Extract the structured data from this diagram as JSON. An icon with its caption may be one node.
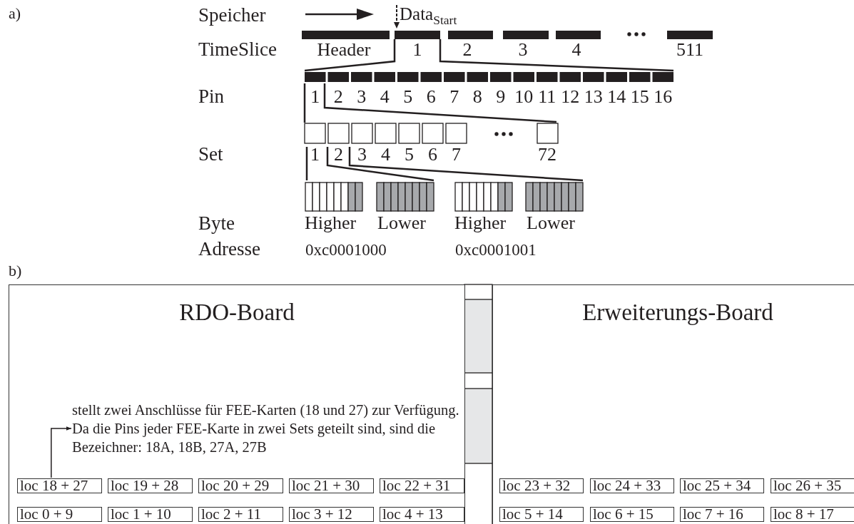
{
  "diagram": {
    "nodes": [
      {
        "text": [
          "RDO-Board"
        ]
      },
      {
        "text": [
          "stellt zwei Anschlüsse für FEE-Karten (18 und 27) zur Verfügung. Da die Pins jeder FEE-Karte in zwei Sets geteilt sind, sind die Bezeichner: 18A, 18B, 27A, 27B"
        ],
        "in": 0
      },
      {
        "text": [
          "loc 18 + 27"
        ],
        "in": 0
      },
      {
        "text": [
          "loc 19 + 28"
        ],
        "in": 0
      },
      {
        "text": [
          "loc 20 + 29"
        ],
        "in": 0
      },
      {
        "text": [
          "loc 21 + 30"
        ],
        "in": 0
      },
      {
        "text": [
          "loc 22 + 31"
        ],
        "in": 0
      },
      {
        "text": [
          "loc 0 + 9"
        ],
        "in": 0
      },
      {
        "text": [
          "loc 1 + 10"
        ],
        "in": 0
      },
      {
        "text": [
          "loc 2 + 11"
        ],
        "in": 0
      },
      {
        "text": [
          "loc 3 + 12"
        ],
        "in": 0
      },
      {
        "text": [
          "loc 4 + 13"
        ],
        "in": 0
      },
      {
        "text": [
          "Erweiterungs-Board"
        ]
      },
      {
        "text": [
          "loc 23 + 32"
        ],
        "in": 12
      },
      {
        "text": [
          "loc 24 + 33"
        ],
        "in": 12
      },
      {
        "text": [
          "loc 25 + 34"
        ],
        "in": 12
      },
      {
        "text": [
          "loc 26 + 35"
        ],
        "in": 12
      },
      {
        "text": [
          "loc 5 + 14"
        ],
        "in": 12
      },
      {
        "text": [
          "loc 6 + 15"
        ],
        "in": 12
      },
      {
        "text": [
          "loc 7 + 16"
        ],
        "in": 12
      },
      {
        "text": [
          "loc 8 + 17"
        ],
        "in": 12
      }
    ],
    "edges": [
      {
        "from": 2,
        "to": 1,
        "arrow": "to"
      }
    ],
    "labels": [
      "a)",
      "Speicher",
      "Data$_{Start}$",
      "TimeSlice",
      "Header",
      "1",
      "2",
      "3",
      "4",
      "511",
      "Pin",
      "1",
      "2",
      "3",
      "4",
      "5",
      "6",
      "7",
      "8",
      "9",
      "10",
      "11",
      "12",
      "13",
      "14",
      "15",
      "16",
      "Set",
      "1",
      "2",
      "3",
      "4",
      "5",
      "6",
      "7",
      "72",
      "Byte",
      "Higher",
      "Lower",
      "Higher",
      "Lower",
      "Adresse",
      "0xc0001000",
      "0xc0001001",
      "b)"
    ]
  }
}
